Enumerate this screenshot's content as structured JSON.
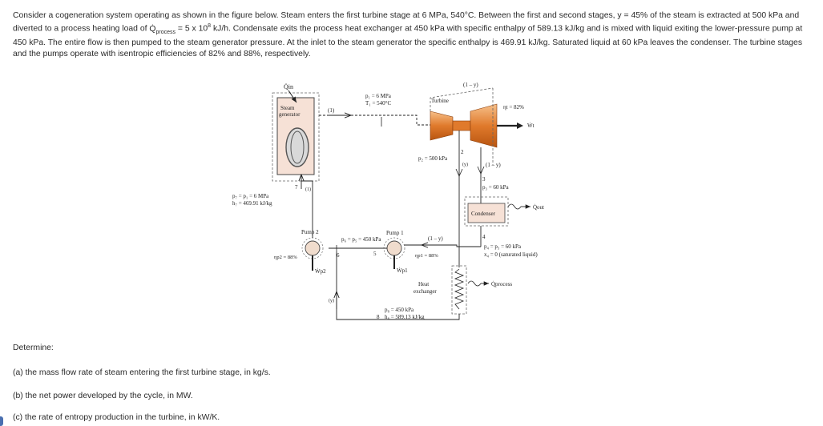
{
  "problem": {
    "p1": "Consider a cogeneration system operating as shown in the figure below. Steam enters the first turbine stage at 6 MPa, 540°C. Between the first and second stages, y = 45% of the steam is extracted at 500 kPa and diverted to a process heating load of ",
    "qdot": "Q̇",
    "qsub": "process",
    "p2": " = 5 x 10",
    "sup": "8",
    "p3": " kJ/h. Condensate exits the process heat exchanger at 450 kPa with specific enthalpy of 589.13 kJ/kg and is mixed with liquid exiting the lower-pressure pump at 450 kPa. The entire flow is then pumped to the steam generator pressure. At the inlet to the steam generator the specific enthalpy is 469.91 kJ/kg. Saturated liquid at 60 kPa leaves the condenser. The turbine stages and the pumps operate with isentropic efficiencies of 82% and 88%, respectively."
  },
  "questions": {
    "determine": "Determine:",
    "a": "(a) the mass flow rate of steam entering the first turbine stage, in kg/s.",
    "b": "(b) the net power developed by the cycle, in MW.",
    "c": "(c) the rate of entropy production in the turbine, in kW/K."
  },
  "diagram": {
    "q_in": "Q̇in",
    "steam_generator": "Steam",
    "steam_generator2": "generator",
    "state1": "(1)",
    "p1": "p₁ = 6 MPa",
    "t1": "T₁ = 540°C",
    "turbine": "Turbine",
    "one_minus_y_top": "(1 – y)",
    "eta_t": "ηt = 82%",
    "w_t": "Ẇt",
    "p2": "p₂ = 500 kPa",
    "state2": "2",
    "y": "(y)",
    "one_minus_y_mid": "(1 – y)",
    "state3": "3",
    "p3": "p₃ = 60 kPa",
    "condenser": "Condenser",
    "q_out": "Q̇out",
    "state4": "4",
    "p4": "p₄ = p₃ = 60 kPa",
    "x4": "x₄ = 0 (saturated liquid)",
    "state7": "7",
    "state7_flow": "(1)",
    "p7": "p₇ = p₁ = 6 MPa",
    "h7": "h₇ = 469.91 kJ/kg",
    "pump2": "Pump 2",
    "eta_p2": "ηp2 = 88%",
    "w_p2": "Ẇp2",
    "p6": "p₆ = p₅ = 450 kPa",
    "state6": "6",
    "pump1": "Pump 1",
    "state5": "5",
    "one_minus_y_low": "(1 – y)",
    "eta_p1": "ηp1 = 88%",
    "w_p1": "Ẇp1",
    "y_low": "(y)",
    "heat_exchanger": "Heat",
    "heat_exchanger2": "exchanger",
    "q_process": "Q̇process",
    "p8": "p₈ = 450 kPa",
    "state8": "8",
    "h8": "h₈ = 589.13 kJ/kg"
  }
}
